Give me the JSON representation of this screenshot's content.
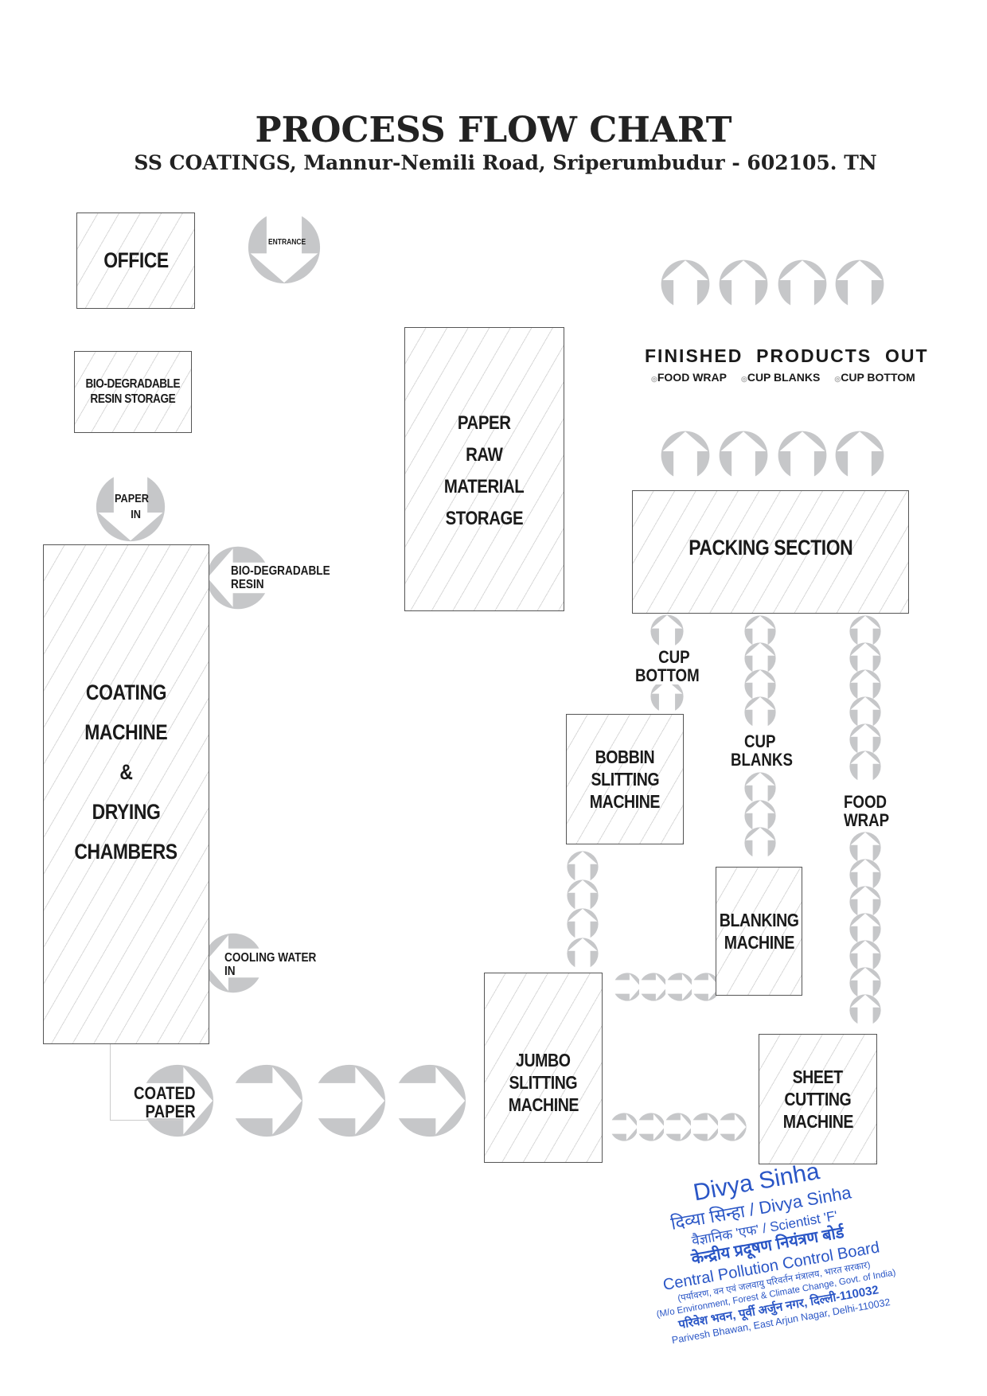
{
  "header": {
    "title": "PROCESS FLOW CHART",
    "subtitle": "SS COATINGS, Mannur-Nemili Road, Sriperumbudur - 602105. TN"
  },
  "nodes": {
    "office": "OFFICE",
    "resin_storage": [
      "BIO-DEGRADABLE",
      "RESIN STORAGE"
    ],
    "coating": [
      "COATING",
      "MACHINE",
      "&",
      "DRYING",
      "CHAMBERS"
    ],
    "paper_storage": [
      "PAPER",
      "RAW",
      "MATERIAL",
      "STORAGE"
    ],
    "packing": "PACKING SECTION",
    "bobbin": [
      "BOBBIN",
      "SLITTING",
      "MACHINE"
    ],
    "blanking": [
      "BLANKING",
      "MACHINE"
    ],
    "jumbo": [
      "JUMBO",
      "SLITTING",
      "MACHINE"
    ],
    "sheet": [
      "SHEET",
      "CUTTING",
      "MACHINE"
    ]
  },
  "flow_labels": {
    "entrance": "ENTRANCE",
    "paper_in": [
      "PAPER",
      "IN"
    ],
    "resin": [
      "BIO-DEGRADABLE",
      "RESIN"
    ],
    "cooling_water": [
      "COOLING WATER",
      "IN"
    ],
    "coated_paper": [
      "COATED",
      "PAPER"
    ],
    "cup_bottom": [
      "CUP",
      "BOTTOM"
    ],
    "cup_blanks": [
      "CUP",
      "BLANKS"
    ],
    "food_wrap": [
      "FOOD",
      "WRAP"
    ]
  },
  "finished": {
    "title": "FINISHED  PRODUCTS  OUT",
    "items": [
      "FOOD WRAP",
      "CUP BLANKS",
      "CUP BOTTOM"
    ]
  },
  "stamp": {
    "lines": [
      "Divya Sinha",
      "दिव्या सिन्हा / Divya Sinha",
      "वैज्ञानिक 'एफ' / Scientist 'F'",
      "केन्द्रीय प्रदूषण नियंत्रण बोर्ड",
      "Central Pollution Control Board",
      "(पर्यावरण, वन एवं जलवायु परिवर्तन मंत्रालय, भारत सरकार)",
      "(M/o Environment, Forest & Climate Change, Govt. of India)",
      "परिवेश भवन, पूर्वी अर्जुन नगर, दिल्ली-110032",
      "Parivesh Bhawan, East Arjun Nagar, Delhi-110032"
    ]
  },
  "colors": {
    "arrow": "#c6c7c9",
    "stamp": "#2a56c6",
    "border": "#555555"
  }
}
